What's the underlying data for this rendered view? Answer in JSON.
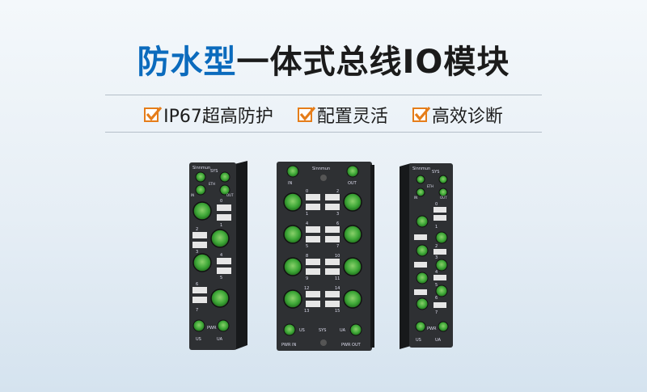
{
  "title": {
    "highlight": "防水型",
    "rest": "一体式总线IO模块"
  },
  "features": [
    {
      "label": "IP67超高防护",
      "icon": "check-icon"
    },
    {
      "label": "配置灵活",
      "icon": "check-icon"
    },
    {
      "label": "高效诊断",
      "icon": "check-icon"
    }
  ],
  "colors": {
    "accent": "#0b6bbd",
    "check": "#e57d1a",
    "connector": "#3fa838",
    "module_body": "#2e3033"
  },
  "modules": {
    "left": {
      "brand": "Sinnmun",
      "sys": "SYS",
      "eth": "ETH",
      "in": "IN",
      "out": "OUT",
      "channels": [
        "0",
        "1",
        "2",
        "3",
        "4",
        "5",
        "6",
        "7"
      ],
      "pwr": "PWR",
      "us": "US",
      "ua": "UA"
    },
    "center": {
      "brand": "Sinnmun",
      "in": "IN",
      "out": "OUT",
      "channels": [
        "0",
        "1",
        "2",
        "3",
        "4",
        "5",
        "6",
        "7",
        "8",
        "9",
        "10",
        "11",
        "12",
        "13",
        "14",
        "15"
      ],
      "us": "US",
      "sys": "SYS",
      "ua": "UA",
      "pwr_in": "PWR IN",
      "pwr_out": "PWR OUT"
    },
    "right": {
      "brand": "Sinnmun",
      "sys": "SYS",
      "eth": "ETH",
      "in": "IN",
      "out": "OUT",
      "channels": [
        "0",
        "1",
        "2",
        "3",
        "4",
        "5",
        "6",
        "7"
      ],
      "pwr": "PWR",
      "us": "US",
      "ua": "UA"
    }
  }
}
